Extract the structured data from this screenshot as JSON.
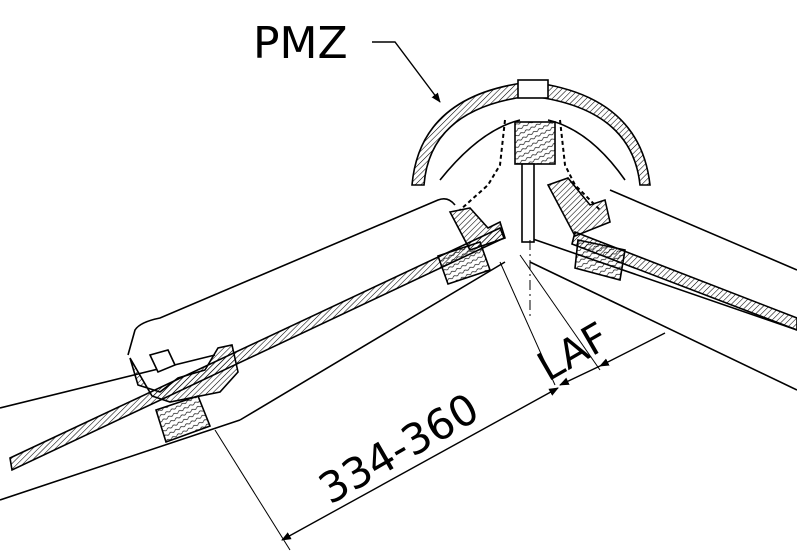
{
  "labels": {
    "component": "PMZ",
    "ridge_gap": "LAF",
    "batten_spacing": "334-360"
  },
  "colors": {
    "line": "#000000",
    "hatch": "#000000",
    "background": "#ffffff"
  }
}
